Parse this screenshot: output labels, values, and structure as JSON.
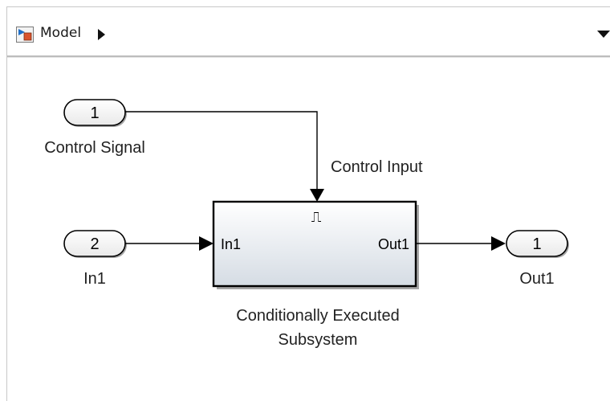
{
  "toolbar": {
    "breadcrumb_label": "Model",
    "model_icon": "model-icon",
    "breadcrumb_arrow_icon": "right-triangle-icon",
    "dropdown_icon": "down-triangle-icon"
  },
  "diagram": {
    "inport_control": {
      "number": "1",
      "label": "Control Signal"
    },
    "inport_data": {
      "number": "2",
      "label": "In1"
    },
    "outport": {
      "number": "1",
      "label": "Out1"
    },
    "control_signal_label": "Control Input",
    "subsystem": {
      "trigger_symbol": "⎍",
      "in_port_label": "In1",
      "out_port_label": "Out1",
      "name_line1": "Conditionally Executed",
      "name_line2": "Subsystem"
    }
  }
}
